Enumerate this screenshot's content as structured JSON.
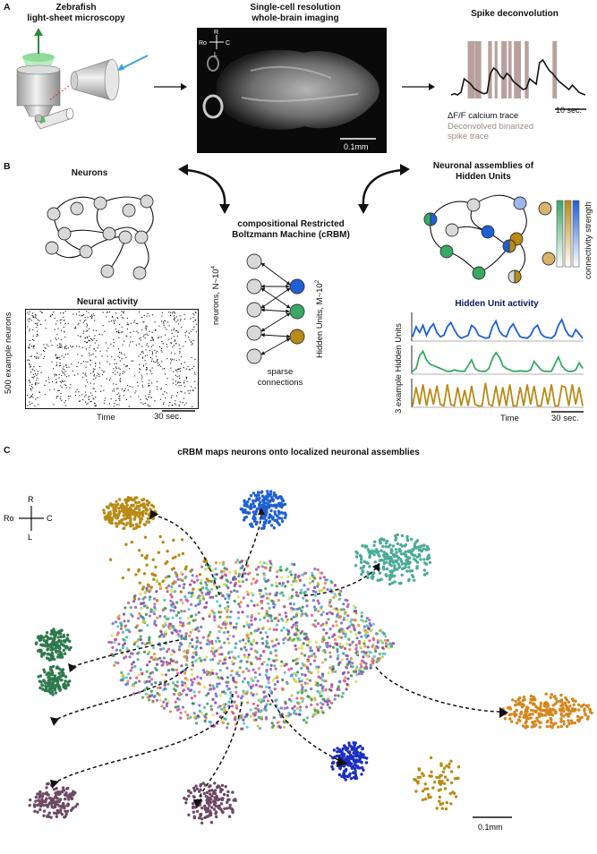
{
  "panels": {
    "a": {
      "letter": "A",
      "microscope_title": "Zebrafish\nlight-sheet microscopy",
      "imaging_title": "Single-cell resolution\nwhole-brain imaging",
      "orientation": {
        "r": "R",
        "l": "L",
        "ro": "Ro",
        "c": "C"
      },
      "imaging_scale": "0.1mm",
      "spike_title": "Spike deconvolution",
      "spike_scale": "10 sec.",
      "trace_label": "ΔF/F calcium trace",
      "spike_label": "Deconvolved binarized\nspike trace"
    },
    "b": {
      "letter": "B",
      "neurons_title": "Neurons",
      "activity_title": "Neural activity",
      "activity_ylabel": "500 example neurons",
      "activity_xlabel": "Time",
      "activity_scale": "30 sec.",
      "crbm_title": "compositional Restricted\nBoltzmann Machine (cRBM)",
      "neurons_axis": "neurons, N~10",
      "neurons_exp": "4",
      "hidden_axis": "Hidden Units, M~10",
      "hidden_exp": "2",
      "sparse_label": "sparse\nconnections",
      "assemblies_title": "Neuronal assemblies of\nHidden Units",
      "connectivity_label": "connectivity strength",
      "hu_activity_title": "Hidden Unit activity",
      "hu_ylabel": "3 example Hidden Units",
      "hu_xlabel": "Time",
      "hu_scale": "30 sec."
    },
    "c": {
      "letter": "C",
      "title": "cRBM maps neurons onto localized neuronal assemblies",
      "orientation": {
        "r": "R",
        "l": "L",
        "ro": "Ro",
        "c": "C"
      },
      "scale": "0.1mm"
    }
  },
  "colors": {
    "blue": "#1f5fd6",
    "green": "#3aa865",
    "gold": "#b98a16",
    "light_blue": "#9db5e8",
    "neuron_fill": "#d9d9d9",
    "spike_bar": "#b8a19d",
    "teal": "#4bab96",
    "dark_green": "#2d7a4d",
    "purple": "#6e4a66",
    "navy": "#1b2fc0",
    "orange": "#d6861d"
  },
  "hu_traces": [
    [
      0.15,
      0.5,
      0.3,
      0.55,
      0.2,
      0.45,
      0.6,
      0.3,
      0.15,
      0.2,
      0.5,
      0.65,
      0.4,
      0.2,
      0.1,
      0.15,
      0.2,
      0.55,
      0.45,
      0.2,
      0.15,
      0.1,
      0.12,
      0.5,
      0.7,
      0.35,
      0.2,
      0.15,
      0.45,
      0.6,
      0.35,
      0.15,
      0.12,
      0.1,
      0.2,
      0.45,
      0.55,
      0.25,
      0.15,
      0.12,
      0.1,
      0.2,
      0.55,
      0.75,
      0.4,
      0.2,
      0.15,
      0.4,
      0.25,
      0.1
    ],
    [
      0.1,
      0.2,
      0.65,
      0.8,
      0.5,
      0.35,
      0.3,
      0.25,
      0.2,
      0.15,
      0.1,
      0.1,
      0.15,
      0.12,
      0.1,
      0.1,
      0.3,
      0.5,
      0.2,
      0.12,
      0.1,
      0.1,
      0.2,
      0.55,
      0.75,
      0.6,
      0.3,
      0.2,
      0.15,
      0.1,
      0.1,
      0.12,
      0.1,
      0.1,
      0.15,
      0.45,
      0.3,
      0.15,
      0.1,
      0.1,
      0.1,
      0.35,
      0.6,
      0.3,
      0.15,
      0.1,
      0.1,
      0.15,
      0.4,
      0.2
    ],
    [
      0.05,
      0.7,
      0.1,
      0.8,
      0.05,
      0.65,
      0.1,
      0.75,
      0.1,
      0.05,
      0.8,
      0.1,
      0.05,
      0.7,
      0.05,
      0.6,
      0.05,
      0.75,
      0.1,
      0.05,
      0.05,
      0.85,
      0.1,
      0.05,
      0.75,
      0.05,
      0.7,
      0.05,
      0.8,
      0.05,
      0.05,
      0.7,
      0.05,
      0.8,
      0.1,
      0.75,
      0.05,
      0.05,
      0.7,
      0.1,
      0.8,
      0.05,
      0.05,
      0.75,
      0.7,
      0.05,
      0.8,
      0.1,
      0.7,
      0.05
    ]
  ],
  "calcium_trace": [
    0.1,
    0.12,
    0.1,
    0.15,
    0.4,
    0.35,
    0.3,
    0.22,
    0.18,
    0.15,
    0.12,
    0.14,
    0.5,
    0.6,
    0.55,
    0.45,
    0.4,
    0.5,
    0.45,
    0.35,
    0.3,
    0.25,
    0.2,
    0.22,
    0.4,
    0.35,
    0.3,
    0.7,
    0.75,
    0.65,
    0.55,
    0.5,
    0.42,
    0.35,
    0.3,
    0.25,
    0.2,
    0.28,
    0.22,
    0.15,
    0.12,
    0.1
  ]
}
